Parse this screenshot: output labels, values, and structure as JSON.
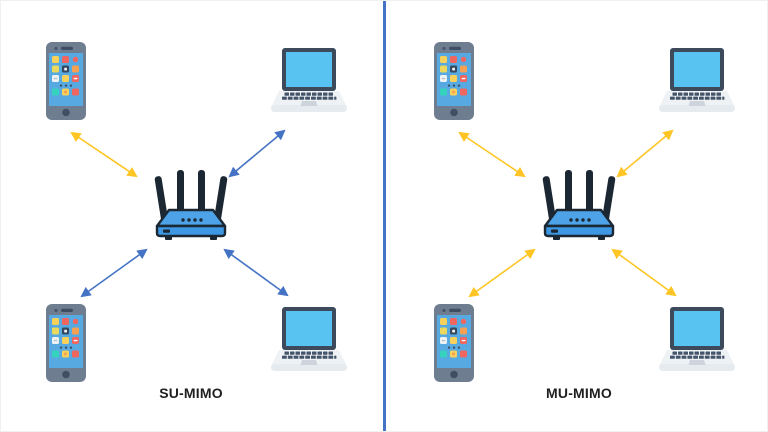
{
  "colors": {
    "background": "#FFFFFF",
    "divider": "#4472C4",
    "arrow_yellow": "#FFC524",
    "arrow_blue": "#4472C4",
    "label_text": "#1F1F1F",
    "router_body": "#4EA3E8",
    "router_outline": "#1B2733",
    "phone_body": "#6F7D90",
    "phone_screen": "#57A9E1",
    "laptop_bezel": "#3C4A5C",
    "laptop_screen": "#58C3F0"
  },
  "panels": [
    {
      "label": "SU-MIMO",
      "devices": [
        {
          "type": "smartphone",
          "position": "top-left"
        },
        {
          "type": "laptop",
          "position": "top-right"
        },
        {
          "type": "router",
          "position": "center"
        },
        {
          "type": "smartphone",
          "position": "bottom-left"
        },
        {
          "type": "laptop",
          "position": "bottom-right"
        }
      ],
      "links": [
        {
          "from": "router",
          "to": "smartphone-top-left",
          "signal_color": "yellow",
          "bidirectional": true
        },
        {
          "from": "router",
          "to": "laptop-top-right",
          "signal_color": "blue",
          "bidirectional": true
        },
        {
          "from": "router",
          "to": "smartphone-bottom-left",
          "signal_color": "blue",
          "bidirectional": true
        },
        {
          "from": "router",
          "to": "laptop-bottom-right",
          "signal_color": "blue",
          "bidirectional": true
        }
      ]
    },
    {
      "label": "MU-MIMO",
      "devices": [
        {
          "type": "smartphone",
          "position": "top-left"
        },
        {
          "type": "laptop",
          "position": "top-right"
        },
        {
          "type": "router",
          "position": "center"
        },
        {
          "type": "smartphone",
          "position": "bottom-left"
        },
        {
          "type": "laptop",
          "position": "bottom-right"
        }
      ],
      "links": [
        {
          "from": "router",
          "to": "smartphone-top-left",
          "signal_color": "yellow",
          "bidirectional": true
        },
        {
          "from": "router",
          "to": "laptop-top-right",
          "signal_color": "yellow",
          "bidirectional": true
        },
        {
          "from": "router",
          "to": "smartphone-bottom-left",
          "signal_color": "yellow",
          "bidirectional": true
        },
        {
          "from": "router",
          "to": "laptop-bottom-right",
          "signal_color": "yellow",
          "bidirectional": true
        }
      ]
    }
  ]
}
